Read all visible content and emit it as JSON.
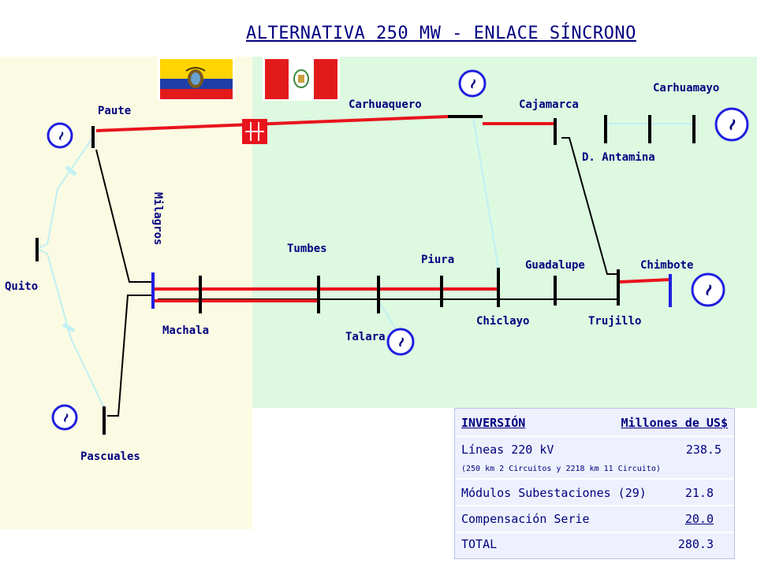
{
  "title": "ALTERNATIVA 250 MW - ENLACE SÍNCRONO",
  "colors": {
    "ecuador_region": "#fbfbe3",
    "peru_region": "#ddf9e0",
    "line_red": "#e8141c",
    "line_black": "#000000",
    "line_light": "#c0f0f4",
    "bus_blue": "#1f1fe0",
    "label_text": "#000080"
  },
  "flags": {
    "ecuador": "ecuador-flag-icon",
    "peru": "peru-flag-icon"
  },
  "nodes": {
    "paute": "Paute",
    "quito": "Quito",
    "pascuales": "Pascuales",
    "milagros": "Milagros",
    "machala": "Machala",
    "tumbes": "Tumbes",
    "talara": "Talara",
    "piura": "Piura",
    "chiclayo": "Chiclayo",
    "carhuaquero": "Carhuaquero",
    "cajamarca": "Cajamarca",
    "carhuamayo": "Carhuamayo",
    "antamina": "D. Antamina",
    "guadalupe": "Guadalupe",
    "trujillo": "Trujillo",
    "chimbote": "Chimbote"
  },
  "investment": {
    "header_left": "INVERSIÓN",
    "header_right": "Millones de US$",
    "rows": [
      {
        "label": "Líneas 220 kV",
        "value": "238.5"
      },
      {
        "label": "Módulos Subestaciones (29)",
        "value": "21.8"
      },
      {
        "label": "Compensación Serie",
        "value": "20.0"
      },
      {
        "label": "TOTAL",
        "value": "280.3"
      }
    ],
    "lines_note": "(250 km 2 Circuitos y 2218 km 11 Circuito)"
  }
}
